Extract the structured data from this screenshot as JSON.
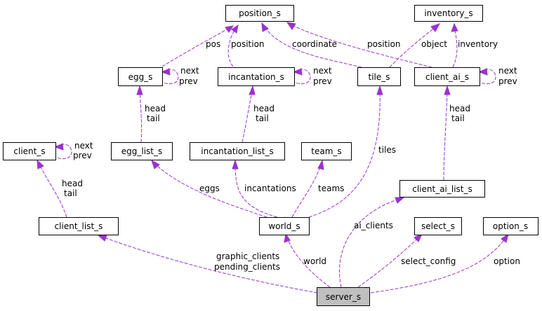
{
  "nodes": {
    "position_s": "position_s",
    "inventory_s": "inventory_s",
    "egg_s": "egg_s",
    "incantation_s": "incantation_s",
    "tile_s": "tile_s",
    "client_ai_s": "client_ai_s",
    "client_s": "client_s",
    "egg_list_s": "egg_list_s",
    "incantation_list_s": "incantation_list_s",
    "team_s": "team_s",
    "client_ai_list_s": "client_ai_list_s",
    "client_list_s": "client_list_s",
    "world_s": "world_s",
    "select_s": "select_s",
    "option_s": "option_s",
    "server_s": "server_s"
  },
  "edges": {
    "egg_pos": "pos",
    "egg_next": "next",
    "egg_prev": "prev",
    "incantation_position": "position",
    "incantation_next": "next",
    "incantation_prev": "prev",
    "tile_coordinate": "coordinate",
    "tile_object": "object",
    "client_ai_position": "position",
    "client_ai_inventory": "inventory",
    "client_ai_next": "next",
    "client_ai_prev": "prev",
    "egg_list_head": "head",
    "egg_list_tail": "tail",
    "incantation_list_head": "head",
    "incantation_list_tail": "tail",
    "client_next": "next",
    "client_prev": "prev",
    "world_tiles": "tiles",
    "client_ai_list_head": "head",
    "client_ai_list_tail": "tail",
    "client_list_head": "head",
    "client_list_tail": "tail",
    "world_eggs": "eggs",
    "world_incantations": "incantations",
    "world_teams": "teams",
    "server_ai_clients": "ai_clients",
    "server_graphic_clients": "graphic_clients",
    "server_pending_clients": "pending_clients",
    "server_world": "world",
    "server_select_config": "select_config",
    "server_option": "option"
  },
  "colors": {
    "edge": "#9a32cd",
    "root_fill": "#bfbfbf",
    "node_border": "#000000"
  }
}
